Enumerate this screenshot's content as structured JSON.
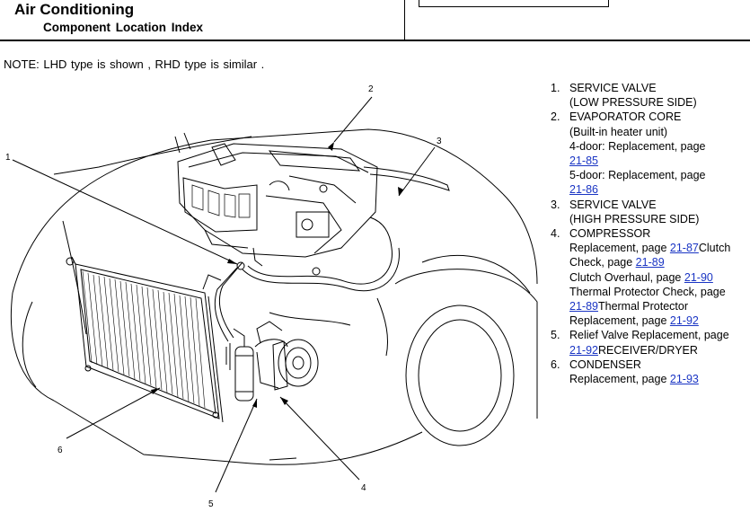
{
  "header": {
    "title": "Air Conditioning",
    "subtitle": "Component Location Index"
  },
  "note": "NOTE: LHD type is shown , RHD type is similar .",
  "figure": {
    "callouts": [
      "1",
      "2",
      "3",
      "4",
      "5",
      "6"
    ]
  },
  "legend": {
    "items": [
      {
        "num": "1.",
        "lines": [
          "SERVICE VALVE",
          "(LOW PRESSURE SIDE)"
        ]
      },
      {
        "num": "2.",
        "lines": [
          "EVAPORATOR CORE",
          "(Built-in heater unit)",
          "4-door: Replacement, page",
          "5-door: Replacement, page"
        ],
        "links": [
          "21-85",
          "21-86"
        ]
      },
      {
        "num": "3.",
        "lines": [
          "SERVICE VALVE",
          "(HIGH PRESSURE SIDE)"
        ]
      },
      {
        "num": "4.",
        "lines": [
          "COMPRESSOR",
          "Replacement, page",
          "Clutch",
          "Check, page",
          "Clutch Overhaul, page",
          "Thermal Protector Check, page",
          "Thermal Protector",
          "Replacement, page"
        ],
        "links": [
          "21-87",
          "21-89",
          "21-90",
          "21-89",
          "21-92"
        ]
      },
      {
        "num": "5.",
        "lines": [
          "Relief Valve Replacement, page",
          "RECEIVER/DRYER"
        ],
        "links": [
          "21-92"
        ]
      },
      {
        "num": "6.",
        "lines": [
          "CONDENSER",
          "Replacement, page"
        ],
        "links": [
          "21-93"
        ]
      }
    ]
  }
}
